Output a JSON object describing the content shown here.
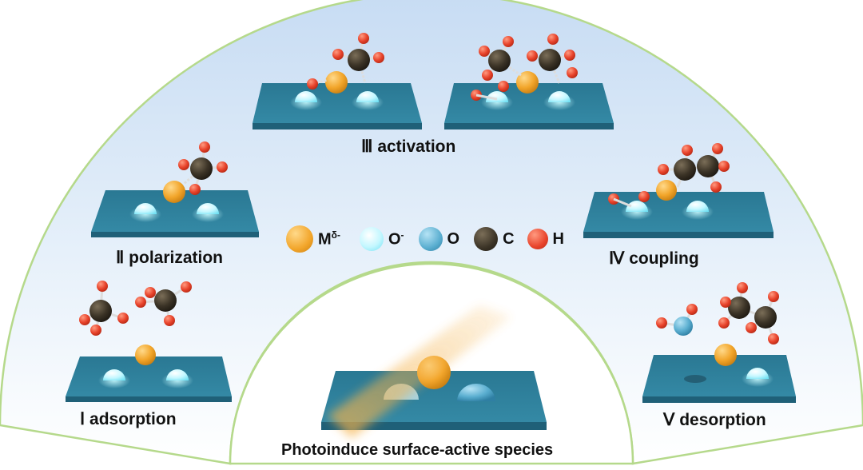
{
  "stages": {
    "adsorption": "Ⅰ  adsorption",
    "polarization": "Ⅱ polarization",
    "activation": "Ⅲ activation",
    "coupling": "Ⅳ coupling",
    "desorption": "Ⅴ desorption"
  },
  "center_caption": "Photoinduce surface-active species",
  "legend": [
    {
      "symbol": "M",
      "sup": "δ-",
      "color": "#f2a52a"
    },
    {
      "symbol": "O",
      "sup": "-",
      "color": "#b8f6ff"
    },
    {
      "symbol": "O",
      "sup": "",
      "color": "#5aaed0"
    },
    {
      "symbol": "C",
      "sup": "",
      "color": "#3b3326"
    },
    {
      "symbol": "H",
      "sup": "",
      "color": "#e8432b"
    }
  ],
  "colors": {
    "slab": "#2e7f9a",
    "metal": "#f2a52a",
    "o_vacancy_glow": "#b8f6ff",
    "oxygen_blue": "#5aaed0",
    "carbon": "#3b3326",
    "hydrogen_red": "#e8432b",
    "fan_border": "#b5d98b"
  }
}
